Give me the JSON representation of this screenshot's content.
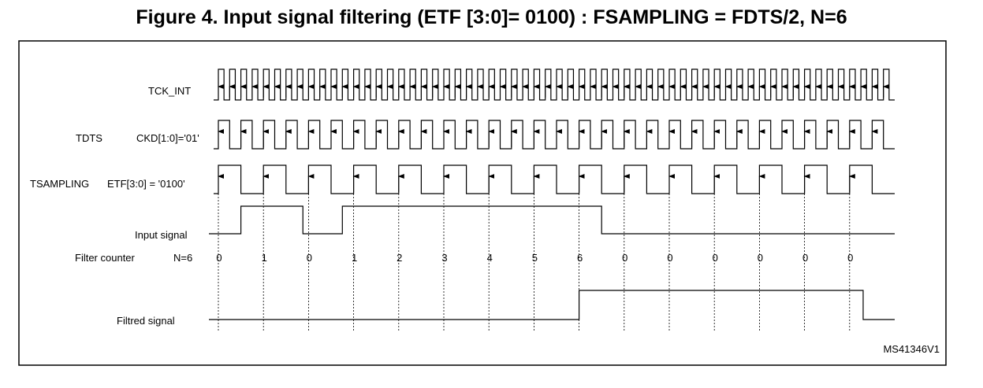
{
  "figure": {
    "title": "Figure 4. Input signal filtering (ETF [3:0]= 0100) : FSAMPLING = FDTS/2, N=6",
    "reference": "MS41346V1"
  },
  "signals": {
    "tck_label": "TCK_INT",
    "tdts_label": "TDTS",
    "tdts_note": "CKD[1:0]='01'",
    "tsampling_label": "TSAMPLING",
    "tsampling_note": "ETF[3:0] = '0100'",
    "input_label": "Input signal",
    "counter_label": "Filter counter",
    "counter_note": "N=6",
    "filtered_label": "Filtred signal"
  },
  "filter_counter_values": [
    "0",
    "1",
    "0",
    "1",
    "2",
    "3",
    "4",
    "5",
    "6",
    "0",
    "0",
    "0",
    "0",
    "0",
    "0"
  ],
  "colors": {
    "line": "#000000",
    "background": "#ffffff"
  }
}
